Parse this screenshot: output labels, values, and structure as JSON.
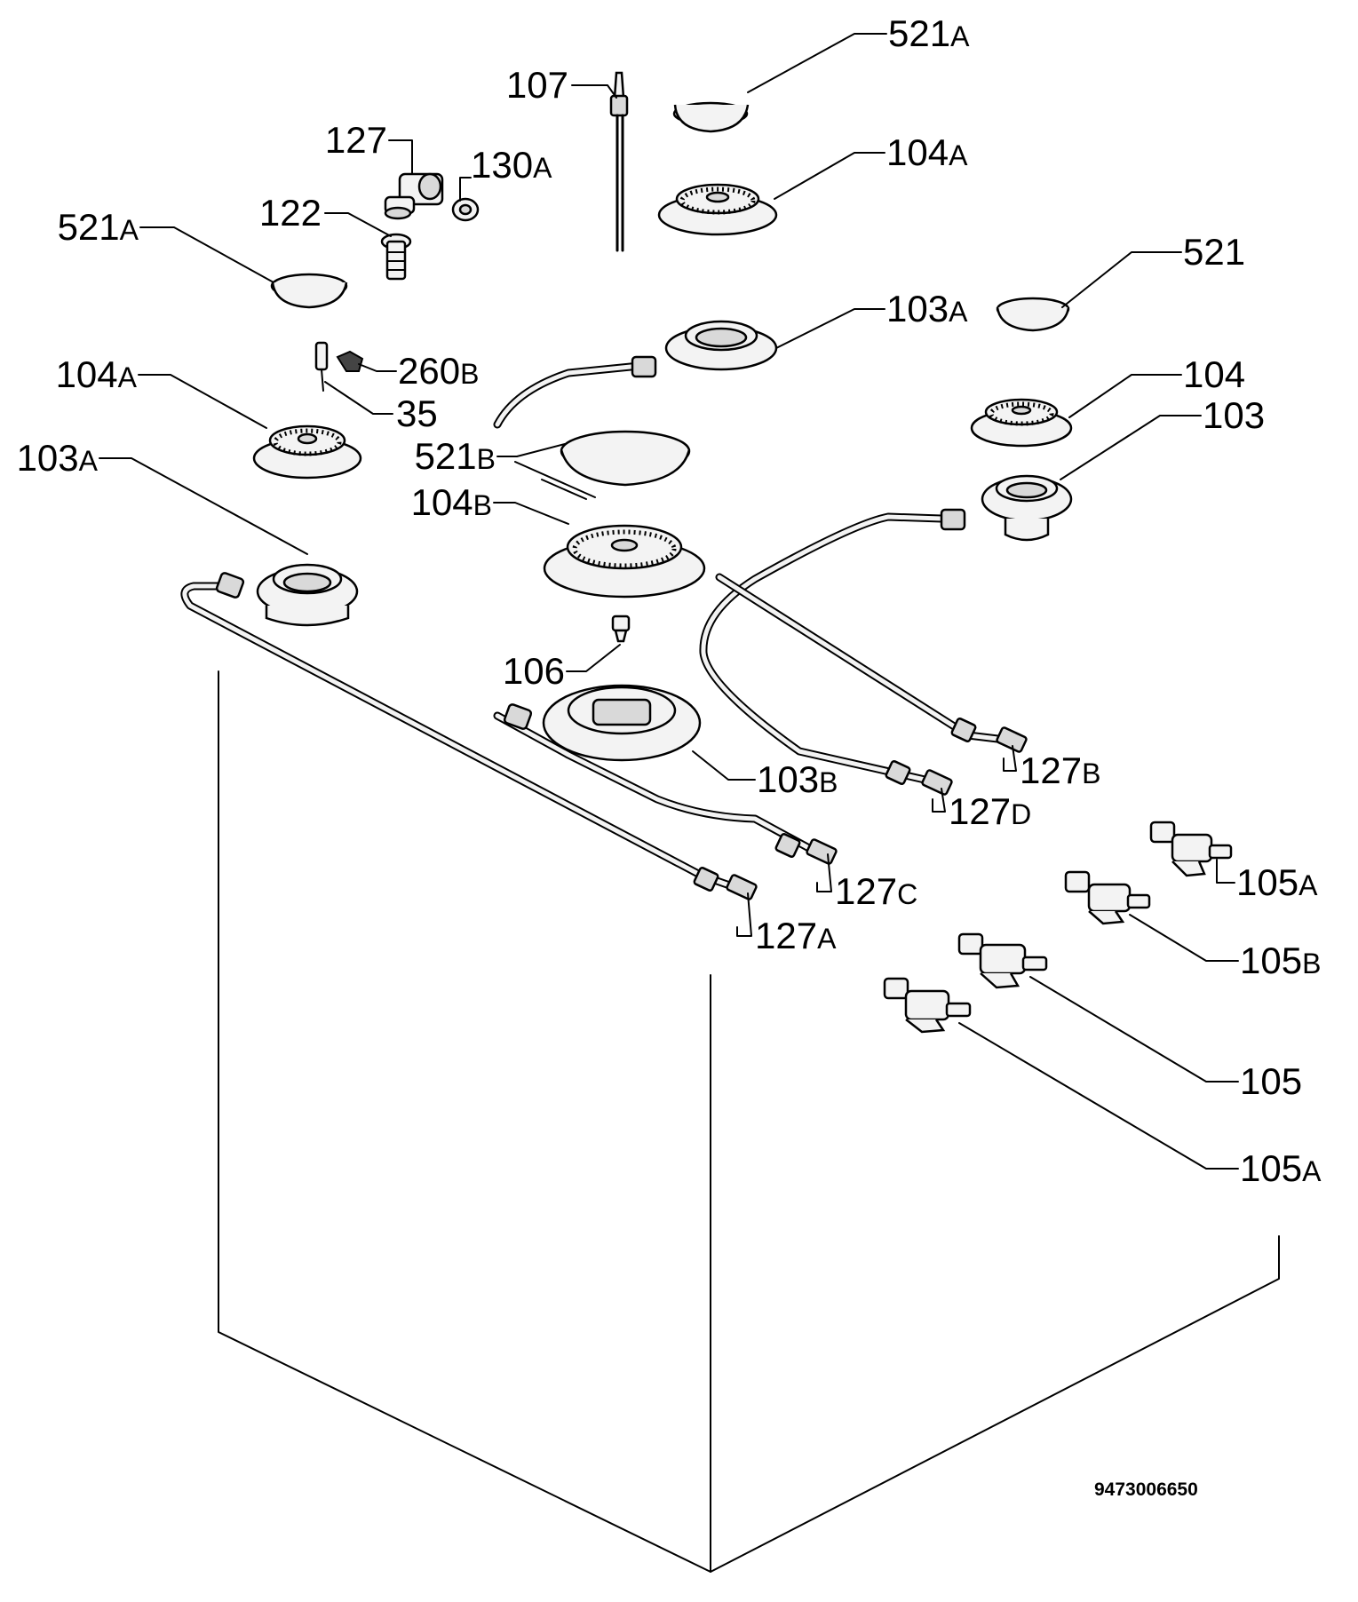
{
  "labels": [
    {
      "id": "l-521a-top",
      "num": "521",
      "suffix": "A"
    },
    {
      "id": "l-107",
      "num": "107",
      "suffix": ""
    },
    {
      "id": "l-127",
      "num": "127",
      "suffix": ""
    },
    {
      "id": "l-130a",
      "num": "130",
      "suffix": "A"
    },
    {
      "id": "l-104a-top",
      "num": "104",
      "suffix": "A"
    },
    {
      "id": "l-122",
      "num": "122",
      "suffix": ""
    },
    {
      "id": "l-521a-left",
      "num": "521",
      "suffix": "A"
    },
    {
      "id": "l-521",
      "num": "521",
      "suffix": ""
    },
    {
      "id": "l-103a-mid",
      "num": "103",
      "suffix": "A"
    },
    {
      "id": "l-260b",
      "num": "260",
      "suffix": "B"
    },
    {
      "id": "l-104a-left",
      "num": "104",
      "suffix": "A"
    },
    {
      "id": "l-104",
      "num": "104",
      "suffix": ""
    },
    {
      "id": "l-35",
      "num": "35",
      "suffix": ""
    },
    {
      "id": "l-103",
      "num": "103",
      "suffix": ""
    },
    {
      "id": "l-521b",
      "num": "521",
      "suffix": "B"
    },
    {
      "id": "l-103a-left",
      "num": "103",
      "suffix": "A"
    },
    {
      "id": "l-104b",
      "num": "104",
      "suffix": "B"
    },
    {
      "id": "l-106",
      "num": "106",
      "suffix": ""
    },
    {
      "id": "l-127b",
      "num": "127",
      "suffix": "B"
    },
    {
      "id": "l-103b",
      "num": "103",
      "suffix": "B"
    },
    {
      "id": "l-127d",
      "num": "127",
      "suffix": "D"
    },
    {
      "id": "l-105a-top",
      "num": "105",
      "suffix": "A"
    },
    {
      "id": "l-127c",
      "num": "127",
      "suffix": "C"
    },
    {
      "id": "l-127a",
      "num": "127",
      "suffix": "A"
    },
    {
      "id": "l-105b",
      "num": "105",
      "suffix": "B"
    },
    {
      "id": "l-105",
      "num": "105",
      "suffix": ""
    },
    {
      "id": "l-105a-bottom",
      "num": "105",
      "suffix": "A"
    }
  ],
  "document_id": "9473006650"
}
